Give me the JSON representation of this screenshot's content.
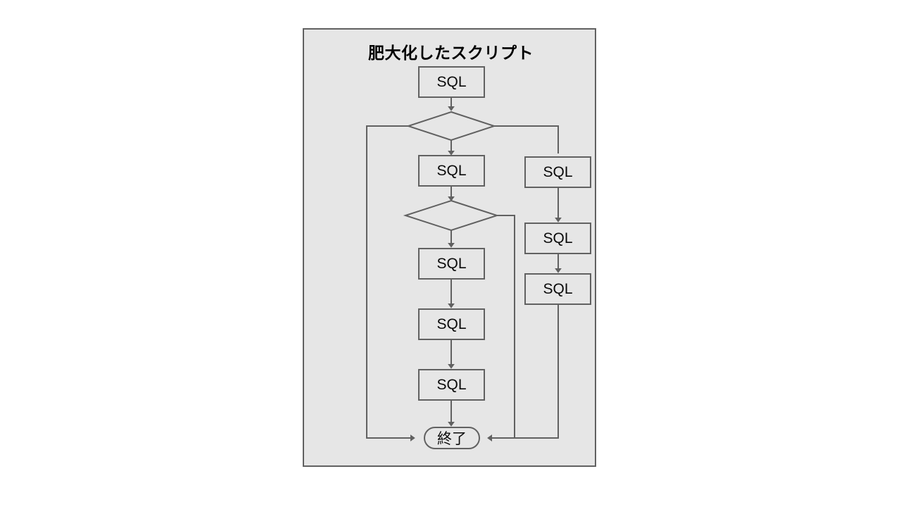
{
  "diagram": {
    "title": "肥大化したスクリプト",
    "background_color": "#e6e6e6",
    "border_color": "#616161",
    "page_background": "#ffffff",
    "nodes": [
      {
        "id": "sql-1",
        "label": "SQL",
        "type": "process",
        "column": "center"
      },
      {
        "id": "cond-1",
        "label": "",
        "type": "decision",
        "column": "center"
      },
      {
        "id": "sql-2",
        "label": "SQL",
        "type": "process",
        "column": "center"
      },
      {
        "id": "cond-2",
        "label": "",
        "type": "decision",
        "column": "center"
      },
      {
        "id": "sql-3",
        "label": "SQL",
        "type": "process",
        "column": "center"
      },
      {
        "id": "sql-4",
        "label": "SQL",
        "type": "process",
        "column": "center"
      },
      {
        "id": "sql-5",
        "label": "SQL",
        "type": "process",
        "column": "center"
      },
      {
        "id": "sql-6",
        "label": "SQL",
        "type": "process",
        "column": "right"
      },
      {
        "id": "sql-7",
        "label": "SQL",
        "type": "process",
        "column": "right"
      },
      {
        "id": "sql-8",
        "label": "SQL",
        "type": "process",
        "column": "right"
      },
      {
        "id": "end",
        "label": "終了",
        "type": "terminal",
        "column": "center"
      }
    ],
    "edges": [
      {
        "from": "sql-1",
        "to": "cond-1"
      },
      {
        "from": "cond-1",
        "to": "sql-2"
      },
      {
        "from": "cond-1",
        "to": "end",
        "route": "left-bypass"
      },
      {
        "from": "cond-1",
        "to": "sql-6",
        "route": "right-branch"
      },
      {
        "from": "sql-2",
        "to": "cond-2"
      },
      {
        "from": "cond-2",
        "to": "sql-3"
      },
      {
        "from": "cond-2",
        "to": "end",
        "route": "right-bypass"
      },
      {
        "from": "sql-3",
        "to": "sql-4"
      },
      {
        "from": "sql-4",
        "to": "sql-5"
      },
      {
        "from": "sql-5",
        "to": "end"
      },
      {
        "from": "sql-6",
        "to": "sql-7"
      },
      {
        "from": "sql-7",
        "to": "sql-8"
      },
      {
        "from": "sql-8",
        "to": "end",
        "route": "right-return"
      }
    ]
  }
}
